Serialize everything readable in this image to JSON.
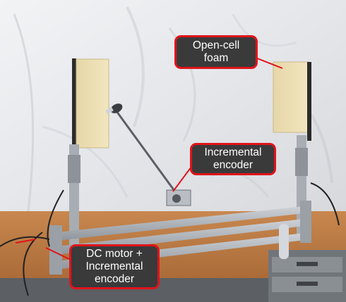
{
  "callouts": {
    "foam": {
      "lines": [
        "Open-cell",
        "foam"
      ]
    },
    "encoder": {
      "lines": [
        "Incremental",
        "encoder"
      ]
    },
    "motor": {
      "lines": [
        "DC motor +",
        "Incremental",
        "encoder"
      ]
    }
  },
  "colors": {
    "callout_fill": "#3a3a3a",
    "callout_border": "#e0141a",
    "callout_text": "#ffffff",
    "pointer": "#e0141a"
  }
}
